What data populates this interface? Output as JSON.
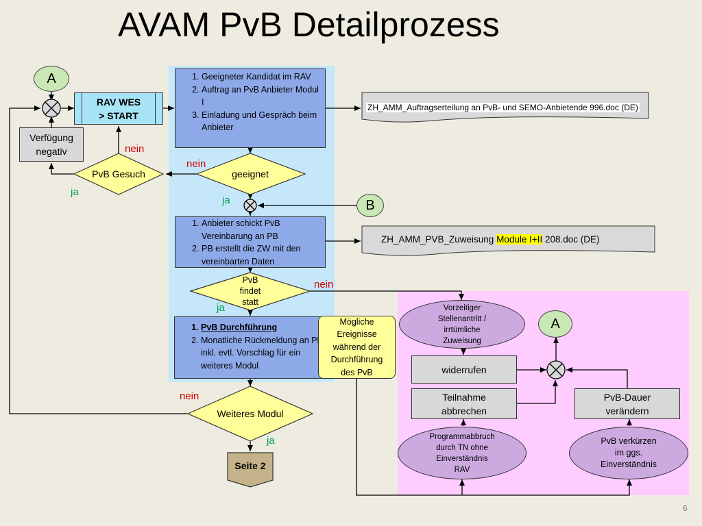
{
  "title": "AVAM PvB Detailprozess",
  "page_number": "6",
  "connectors": {
    "A": "A",
    "B": "B"
  },
  "rav_start": {
    "line1": "RAV WES",
    "line2": "> START"
  },
  "verfuegung": {
    "line1": "Verfügung",
    "line2": "negativ"
  },
  "steps_top": [
    "Geeigneter Kandidat im RAV",
    "Auftrag an PvB Anbieter Modul I",
    "Einladung und Gespräch beim Anbieter"
  ],
  "steps_mid": [
    "Anbieter schickt PvB Vereinbarung an PB",
    "PB erstellt die ZW mit den vereinbarten Daten"
  ],
  "steps_bottom": [
    "PvB Durchführung",
    "Monatliche Rückmeldung an PB inkl. evtl.  Vorschlag für ein weiteres Modul"
  ],
  "decisions": {
    "pvb_gesuch": "PvB Gesuch",
    "geeignet": "geeignet",
    "pvb_findet_statt": [
      "PvB",
      "findet",
      "statt"
    ],
    "weiteres_modul": "Weiteres Modul"
  },
  "labels": {
    "nein": "nein",
    "ja": "ja"
  },
  "documents": {
    "doc1": "ZH_AMM_Auftragserteilung an PvB- und SEMO-Anbietende 996.doc (DE)",
    "doc2_prefix": "ZH_AMM_PVB_Zuweisung ",
    "doc2_highlight": "Module I+II",
    "doc2_suffix": " 208.doc (DE)"
  },
  "note": [
    "Mögliche",
    "Ereignisse",
    "während der",
    "Durchführung",
    "des PvB"
  ],
  "events": {
    "vorzeitig": [
      "Vorzeitiger",
      "Stellenantritt /",
      "irrtümliche",
      "Zuweisung"
    ],
    "widerrufen": "widerrufen",
    "teilnahme": [
      "Teilnahme",
      "abbrechen"
    ],
    "dauer": [
      "PvB-Dauer",
      "verändern"
    ],
    "programmabbruch": [
      "Programmabbruch",
      "durch TN ohne",
      "Einverständnis",
      "RAV"
    ],
    "verkuerzen": [
      "PvB verkürzen",
      "im  ggs.",
      "Einverständnis"
    ]
  },
  "terminal": "Seite 2",
  "colors": {
    "background": "#eeece1",
    "blue_zone": "#c6e7fa",
    "pink_zone": "#ffccff",
    "process_box": "#8ea9e8",
    "decision": "#ffff99",
    "connector": "#c9e8b6",
    "event_oval": "#ccaae0",
    "no_label": "#d00000",
    "yes_label": "#00a050"
  }
}
